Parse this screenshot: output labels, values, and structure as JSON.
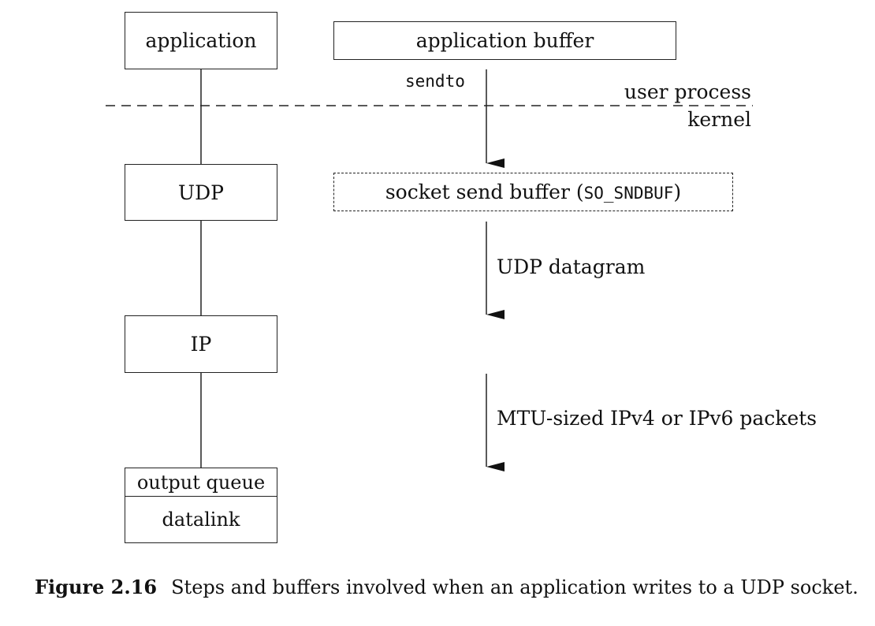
{
  "boxes": {
    "application": "application",
    "application_buffer": "application buffer",
    "udp": "UDP",
    "socket_send_buffer_prefix": "socket send buffer (",
    "socket_send_buffer_code": "SO_SNDBUF",
    "socket_send_buffer_suffix": ")",
    "ip": "IP",
    "output_queue": "output queue",
    "datalink": "datalink"
  },
  "labels": {
    "sendto": "sendto",
    "user_process": "user process",
    "kernel": "kernel",
    "udp_datagram": "UDP datagram",
    "mtu_packets": "MTU-sized IPv4 or IPv6 packets"
  },
  "caption": {
    "number": "Figure 2.16",
    "text": "Steps and buffers involved when an application writes to a UDP socket."
  }
}
